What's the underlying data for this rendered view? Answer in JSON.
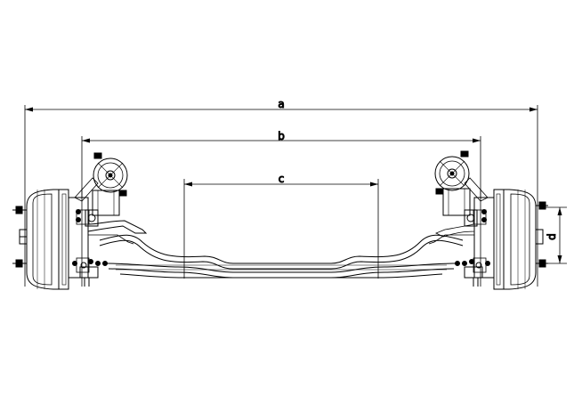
{
  "drawing": {
    "dimension_labels": {
      "a": "a",
      "b": "b",
      "c": "c",
      "d": "d"
    },
    "colors": {
      "line": "#000000",
      "background": "#ffffff"
    }
  }
}
